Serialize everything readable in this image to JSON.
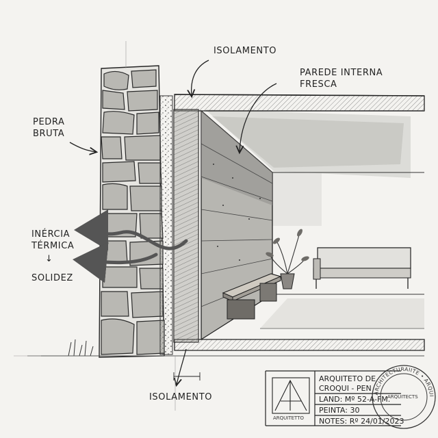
{
  "labels": {
    "isolamento_top": "ISOLAMENTO",
    "parede_line1": "PAREDE INTERNA",
    "parede_line2": "FRESCA",
    "pedra_line1": "PEDRA",
    "pedra_line2": "BRUTA",
    "inercia_line1": "INÉRCIA",
    "inercia_line2": "TÉRMICA",
    "inercia_arrow": "↓",
    "solidez": "SOLIDEZ",
    "isolamento_bottom": "ISOLAMENTO"
  },
  "title_block": {
    "logo_caption": "ARQUITETTO",
    "line1": "ARQUITETO DE",
    "line2": "CROQUI - PEN",
    "land": "LAND: Mº 52-A-FM.",
    "peinta": "PEINTA: 30",
    "notes": "NOTES: Rº 24/01/2023"
  },
  "stamp": {
    "ring_text": "ARCHITECTURAIITE • ARQUITETTO •",
    "center_text": "ARQUITECTS"
  },
  "colors": {
    "paper": "#f4f3f0",
    "ink": "#222222",
    "wash": "#9a9a96",
    "light_wash": "#c9c9c5"
  }
}
